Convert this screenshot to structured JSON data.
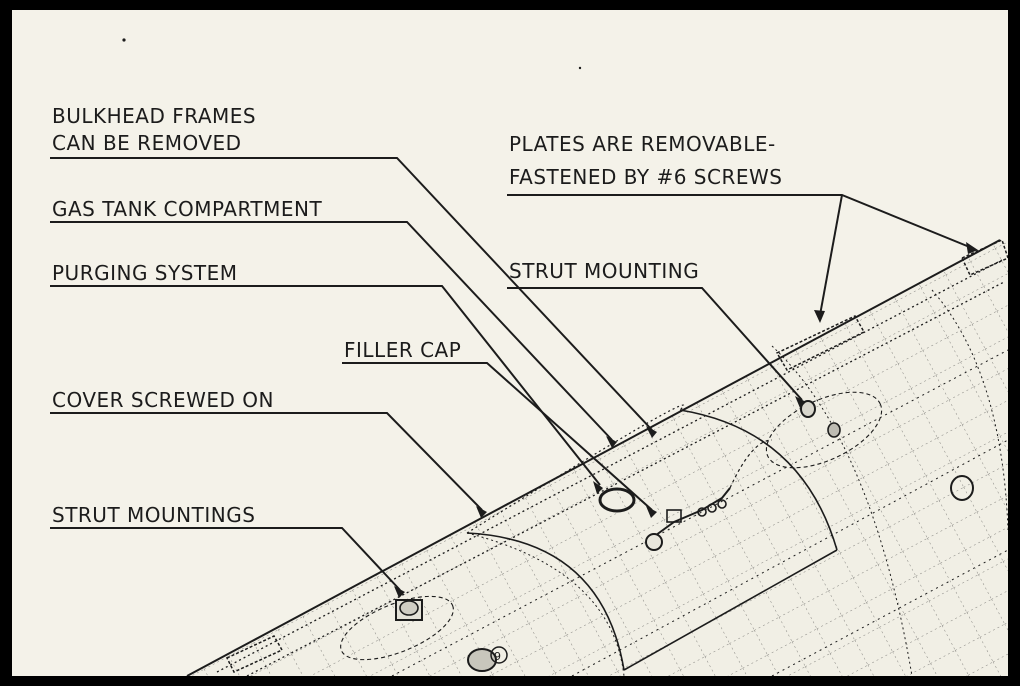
{
  "labels": {
    "bulkhead_frames_line1": "BULKHEAD FRAMES",
    "bulkhead_frames_line2": "CAN BE REMOVED",
    "gas_tank": "GAS TANK COMPARTMENT",
    "purging_system": "PURGING SYSTEM",
    "filler_cap": "FILLER CAP",
    "cover_screwed_on": "COVER SCREWED ON",
    "strut_mountings": "STRUT MOUNTINGS",
    "plates_line1": "PLATES ARE REMOVABLE-",
    "plates_line2": "FASTENED BY #6 SCREWS",
    "strut_mounting": "STRUT MOUNTING",
    "fitting_number": "9"
  },
  "colors": {
    "paper": "#f4f2e9",
    "ink": "#1c1c1c",
    "frame": "#000000"
  }
}
